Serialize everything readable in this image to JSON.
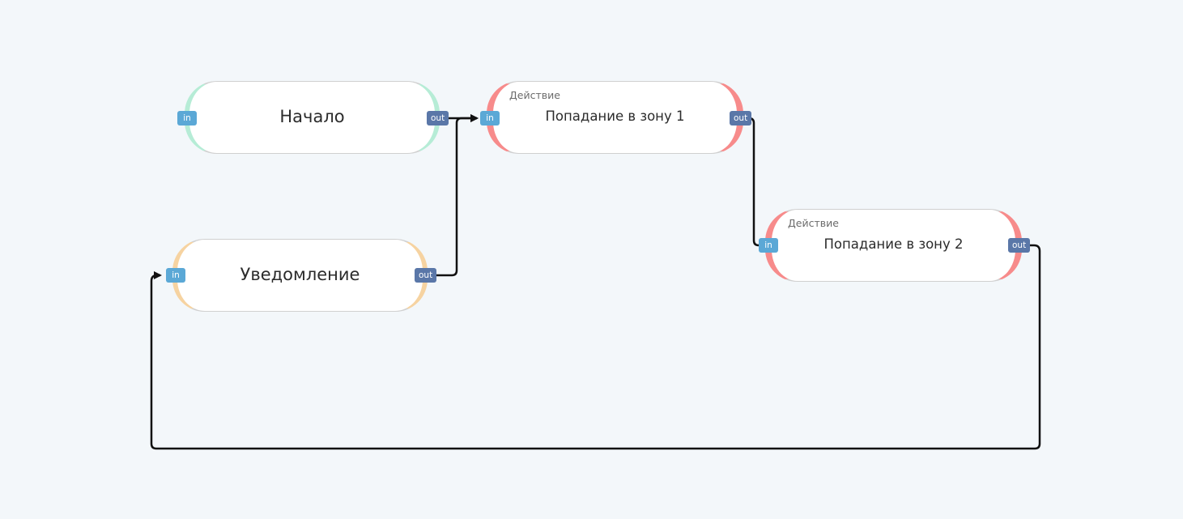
{
  "colors": {
    "background": "#f3f7fa",
    "start_accent": "#b6ecd6",
    "notification_accent": "#f6d3a1",
    "action_accent": "#f78b8b",
    "port_in": "#5ba8d6",
    "port_out": "#5a77a8",
    "edge": "#111111"
  },
  "ports": {
    "in_label": "in",
    "out_label": "out"
  },
  "nodes": {
    "start": {
      "title": "Начало"
    },
    "notification": {
      "title": "Уведомление"
    },
    "action1": {
      "subtitle": "Действие",
      "title": "Попадание в зону 1"
    },
    "action2": {
      "subtitle": "Действие",
      "title": "Попадание в зону 2"
    }
  },
  "edges": [
    {
      "from": "start.out",
      "to": "action1.in"
    },
    {
      "from": "notification.out",
      "to": "action1.in"
    },
    {
      "from": "action1.out",
      "to": "action2.in"
    },
    {
      "from": "action2.out",
      "to": "notification.in"
    }
  ]
}
